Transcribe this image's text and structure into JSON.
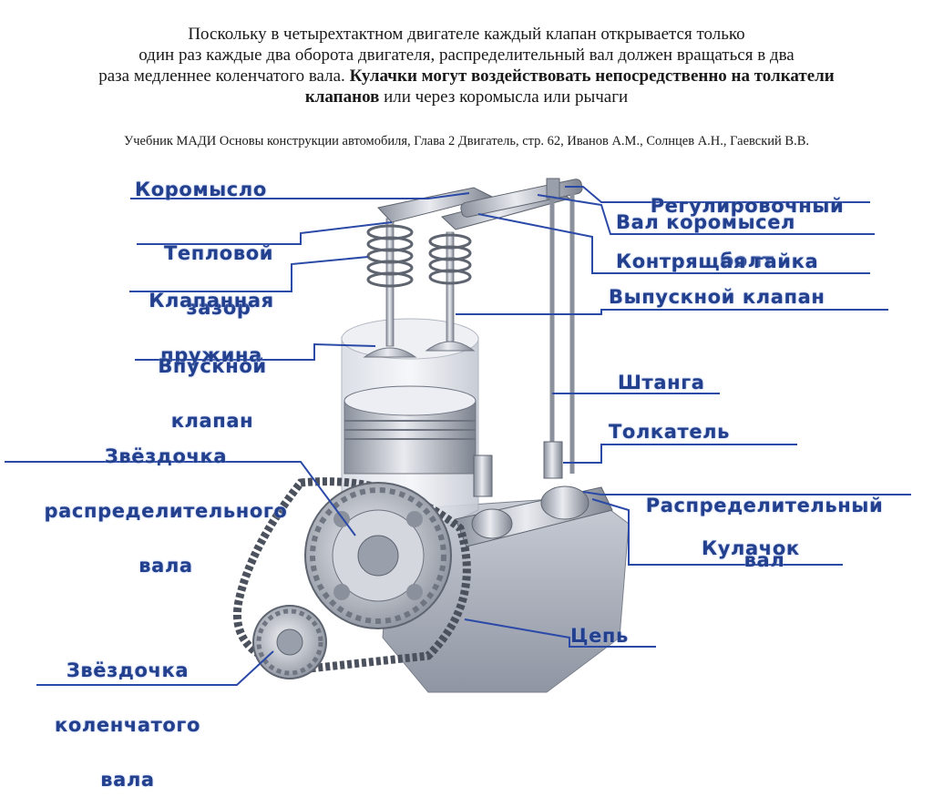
{
  "caption": {
    "line1": "Поскольку в четырехтактном двигателе каждый клапан открывается только",
    "line2": "один раз каждые два оборота двигателя, распределительный вал должен вращаться в два",
    "line3_normal": "раза медленнее коленчатого вала. ",
    "line3_bold": "Кулачки могут воздействовать непосредственно на толкатели",
    "line4_bold": "клапанов",
    "line4_normal": " или через коромысла или рычаги"
  },
  "source": "Учебник МАДИ Основы конструкции автомобиля,  Глава 2 Двигатель,  стр. 62,  Иванов А.М., Солнцев А.Н., Гаевский В.В.",
  "labels": {
    "rocker": "Коромысло",
    "clearance_1": "Тепловой",
    "clearance_2": "зазор",
    "spring_1": "Клапанная",
    "spring_2": "пружина",
    "intake_1": "Впускной",
    "intake_2": "клапан",
    "cam_sprocket_1": "Звёздочка",
    "cam_sprocket_2": "распределительного",
    "cam_sprocket_3": "вала",
    "crank_sprocket_1": "Звёздочка",
    "crank_sprocket_2": "коленчатого",
    "crank_sprocket_3": "вала",
    "adjust_bolt_1": "Регулировочный",
    "adjust_bolt_2": "болт",
    "rocker_shaft": "Вал коромысел",
    "locknut": "Контрящая гайка",
    "exhaust": "Выпускной клапан",
    "pushrod": "Штанга",
    "tappet": "Толкатель",
    "camshaft_1": "Распределительный",
    "camshaft_2": "вал",
    "cam": "Кулачок",
    "chain": "Цепь"
  },
  "colors": {
    "label": "#23408f",
    "leader": "#2b4aa8",
    "metal": "#b8bcc6"
  }
}
